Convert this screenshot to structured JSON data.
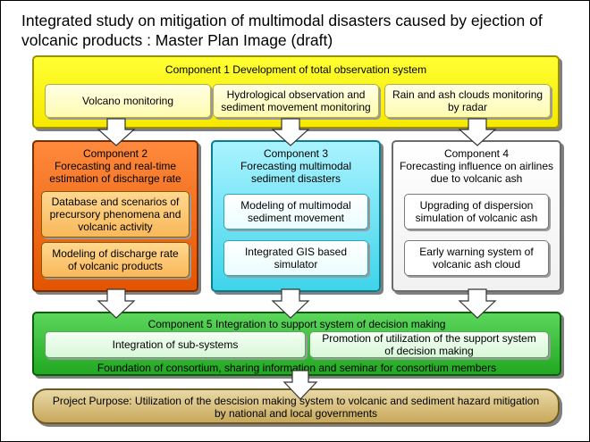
{
  "title": {
    "line1": "Integrated study on mitigation of multimodal disasters caused by ejection of",
    "line2": "volcanic products : Master Plan Image (draft)"
  },
  "component1": {
    "heading": "Component 1   Development of total observation system",
    "items": [
      {
        "line1": "Volcano monitoring",
        "line2": ""
      },
      {
        "line1": "Hydrological observation and",
        "line2": "sediment movement monitoring"
      },
      {
        "line1": "Rain and ash clouds monitoring",
        "line2": "by radar"
      }
    ]
  },
  "component2": {
    "heading": [
      "Component 2",
      "Forecasting and real-time",
      "estimation of discharge rate"
    ],
    "items": [
      {
        "lines": [
          "Database and scenarios of",
          "precursory phenomena and",
          "volcanic activity"
        ]
      },
      {
        "lines": [
          "Modeling of discharge rate",
          "of volcanic products"
        ]
      }
    ]
  },
  "component3": {
    "heading": [
      "Component 3",
      "Forecasting multimodal",
      "sediment disasters"
    ],
    "items": [
      {
        "lines": [
          "Modeling of multimodal",
          "sediment movement"
        ]
      },
      {
        "lines": [
          "Integrated GIS based",
          "simulator"
        ]
      }
    ]
  },
  "component4": {
    "heading": [
      "Component 4",
      "Forecasting influence on airlines",
      "due to volcanic ash"
    ],
    "items": [
      {
        "lines": [
          "Upgrading of dispersion",
          "simulation of volcanic ash"
        ]
      },
      {
        "lines": [
          "Early warning system of",
          "volcanic ash cloud"
        ]
      }
    ]
  },
  "component5": {
    "heading": "Component 5    Integration to support system of decision making",
    "items": [
      {
        "lines": [
          "Integration of sub-systems"
        ]
      },
      {
        "lines": [
          "Promotion of utilization of the support system",
          "of decision making"
        ]
      }
    ],
    "footer": "Foundation of consortium, sharing information and seminar for consortium members"
  },
  "project_purpose": {
    "line1": "Project Purpose:   Utilization of the descision making system to volcanic and sediment hazard mitigation",
    "line2": "by national and local governments"
  }
}
